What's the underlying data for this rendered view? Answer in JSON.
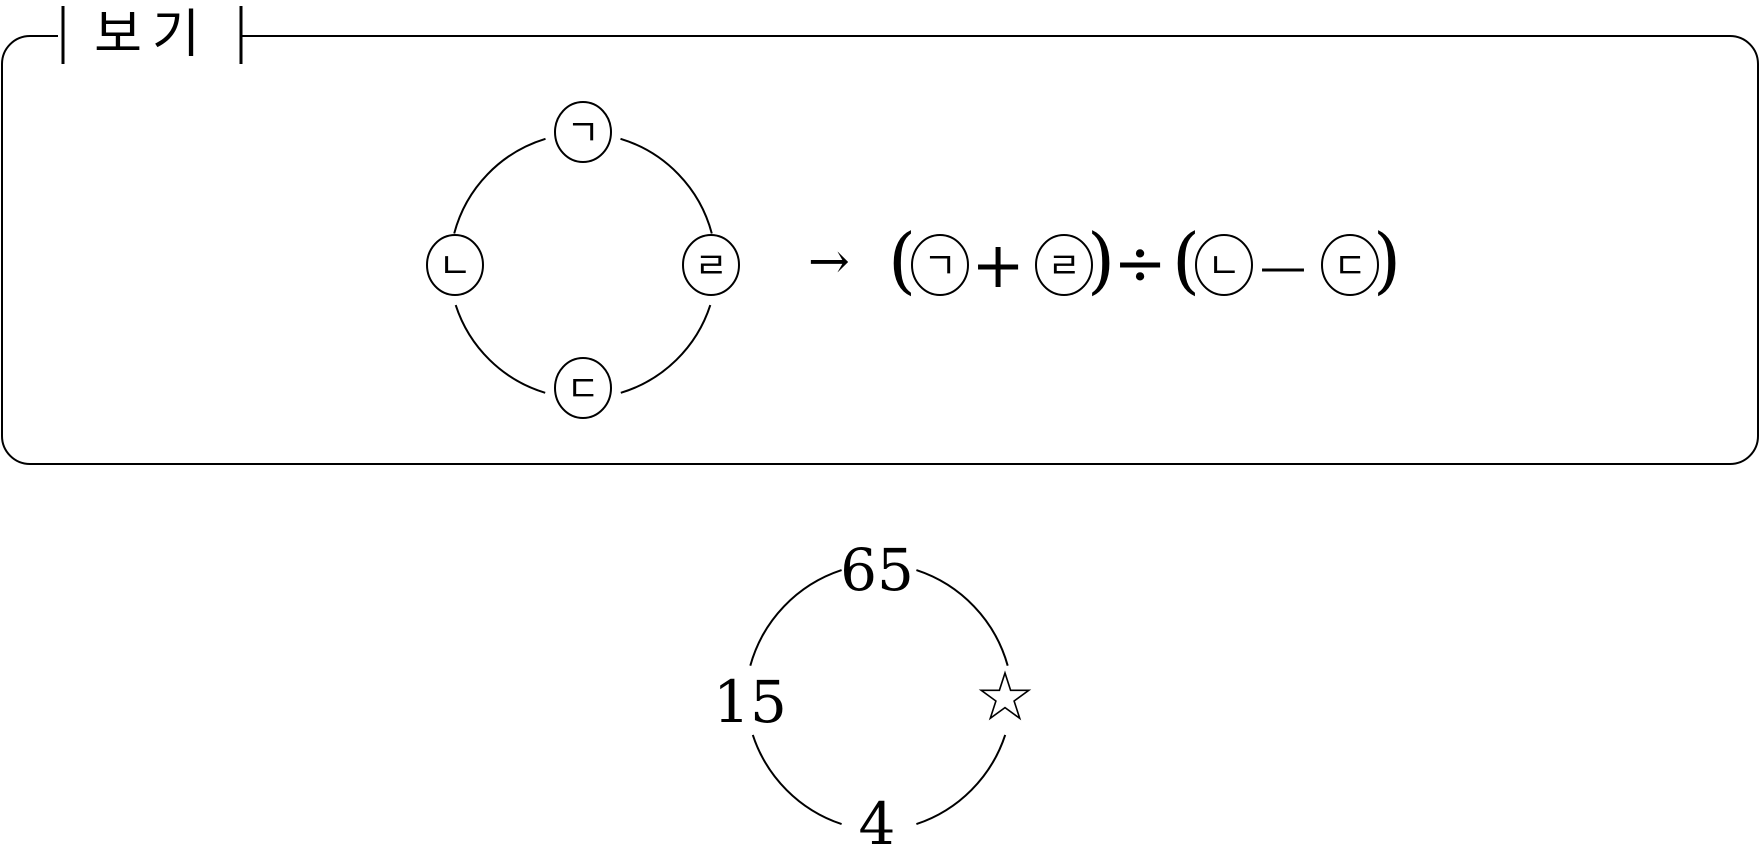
{
  "example_box": {
    "title": "보기",
    "circle_labels": {
      "top": "ㄱ",
      "left": "ㄴ",
      "bottom": "ㄷ",
      "right": "ㄹ"
    },
    "arrow": "→",
    "formula": {
      "open_paren_1": "(",
      "term_a": "ㄱ",
      "plus": "+",
      "term_d": "ㄹ",
      "close_paren_1": ")",
      "divide": "÷",
      "open_paren_2": "(",
      "term_b": "ㄴ",
      "minus": "—",
      "term_c": "ㄷ",
      "close_paren_2": ")"
    }
  },
  "problem": {
    "top": "65",
    "left": "15",
    "bottom": "4",
    "right_icon": "star-outline-icon"
  }
}
